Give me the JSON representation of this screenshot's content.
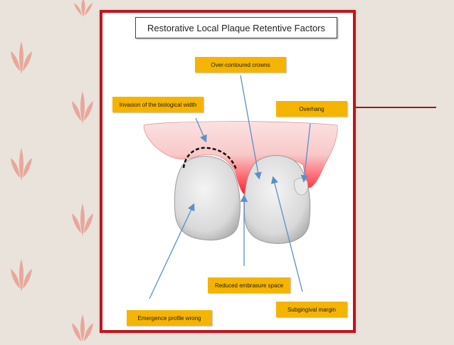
{
  "title": "Restorative Local Plaque Retentive Factors",
  "labels": {
    "over_contoured": "Over-contoured crowns",
    "biological_width": "Invasion of the biological width",
    "overhang": "Overhang",
    "reduced_embrasure": "Reduced embrasure space",
    "emergence_profile": "Emergence profile wrong",
    "subgingival_margin": "Subgingival margin"
  },
  "colors": {
    "frame": "#c0141c",
    "label_bg": "#f4b400",
    "arrow": "#5b8fc9",
    "gum_light": "#f9d6d6",
    "gum_red": "#ff1a2a",
    "background": "#e9e3dc",
    "leaf": "#e8a79a"
  },
  "icons": [
    "leaf-icon",
    "tooth-icon",
    "gingiva-icon",
    "arrow-icon"
  ]
}
